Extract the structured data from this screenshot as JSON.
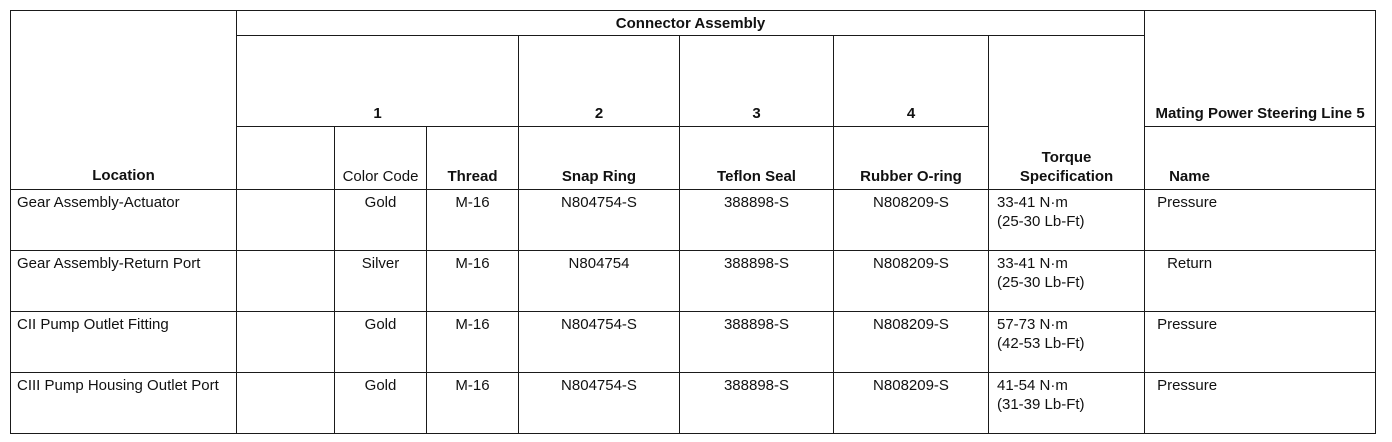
{
  "headers": {
    "connector_assembly": "Connector Assembly",
    "col1": "1",
    "col2": "2",
    "col3": "3",
    "col4": "4",
    "mating_line": "Mating Power Steering Line 5",
    "location": "Location",
    "color_code": "Color Code",
    "thread": "Thread",
    "snap_ring": "Snap Ring",
    "teflon_seal": "Teflon Seal",
    "rubber_oring": "Rubber O-ring",
    "torque": "Torque Specification",
    "name": "Name"
  },
  "rows": [
    {
      "location": "Gear Assembly-Actuator",
      "color": "Gold",
      "thread": "M-16",
      "snap_ring": "N804754-S",
      "teflon": "388898-S",
      "oring": "N808209-S",
      "torque_nm": "33-41 N·m",
      "torque_lbft": "(25-30 Lb-Ft)",
      "name": "Pressure"
    },
    {
      "location": "Gear Assembly-Return Port",
      "color": "Silver",
      "thread": "M-16",
      "snap_ring": "N804754",
      "teflon": "388898-S",
      "oring": "N808209-S",
      "torque_nm": "33-41 N·m",
      "torque_lbft": "(25-30 Lb-Ft)",
      "name": "Return"
    },
    {
      "location": "CII Pump Outlet Fitting",
      "color": "Gold",
      "thread": "M-16",
      "snap_ring": "N804754-S",
      "teflon": "388898-S",
      "oring": "N808209-S",
      "torque_nm": "57-73 N·m",
      "torque_lbft": "(42-53 Lb-Ft)",
      "name": "Pressure"
    },
    {
      "location": "CIII Pump Housing Outlet Port",
      "color": "Gold",
      "thread": "M-16",
      "snap_ring": "N804754-S",
      "teflon": "388898-S",
      "oring": "N808209-S",
      "torque_nm": "41-54 N·m",
      "torque_lbft": "(31-39 Lb-Ft)",
      "name": "Pressure"
    }
  ]
}
